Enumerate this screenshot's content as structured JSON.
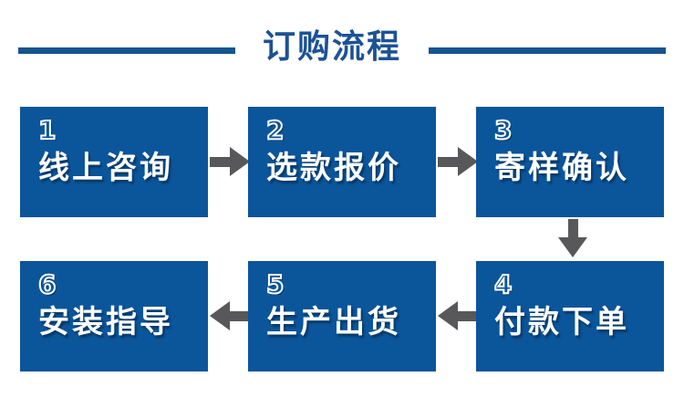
{
  "header": {
    "title": "订购流程",
    "rule_color": "#14548f",
    "title_color": "#1c5295"
  },
  "theme": {
    "box_blue": "#0b559b",
    "arrow_gray": "#58585a",
    "text_white": "#ffffff",
    "background": "#ffffff"
  },
  "flow": {
    "steps": [
      {
        "number": "1",
        "label": "线上咨询"
      },
      {
        "number": "2",
        "label": "选款报价"
      },
      {
        "number": "3",
        "label": "寄样确认"
      },
      {
        "number": "4",
        "label": "付款下单"
      },
      {
        "number": "5",
        "label": "生产出货"
      },
      {
        "number": "6",
        "label": "安装指导"
      }
    ],
    "connectors": [
      {
        "from": "1",
        "to": "2",
        "direction": "right"
      },
      {
        "from": "2",
        "to": "3",
        "direction": "right"
      },
      {
        "from": "3",
        "to": "4",
        "direction": "down"
      },
      {
        "from": "4",
        "to": "5",
        "direction": "left"
      },
      {
        "from": "5",
        "to": "6",
        "direction": "left"
      }
    ]
  }
}
